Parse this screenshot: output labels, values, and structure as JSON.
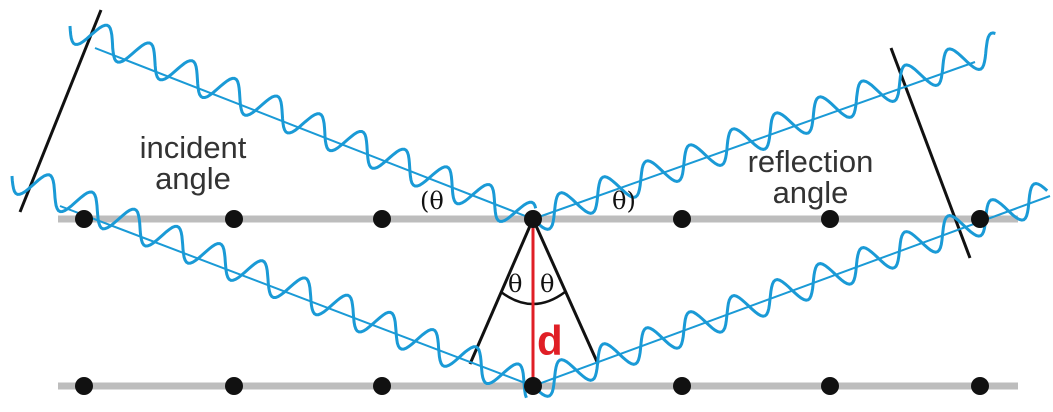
{
  "labels": {
    "incident_line1": "incident",
    "incident_line2": "angle",
    "reflection_line1": "reflection",
    "reflection_line2": "angle",
    "theta_left": "(θ",
    "theta_right": "θ)",
    "theta_lower_left": "θ",
    "theta_lower_right": "θ",
    "spacing": "d"
  },
  "colors": {
    "wave": "#1a9ad6",
    "plane": "#bdbdbd",
    "atom": "#111111",
    "spacing_line": "#e01f26",
    "wavefront": "#111111",
    "text": "#333333"
  }
}
